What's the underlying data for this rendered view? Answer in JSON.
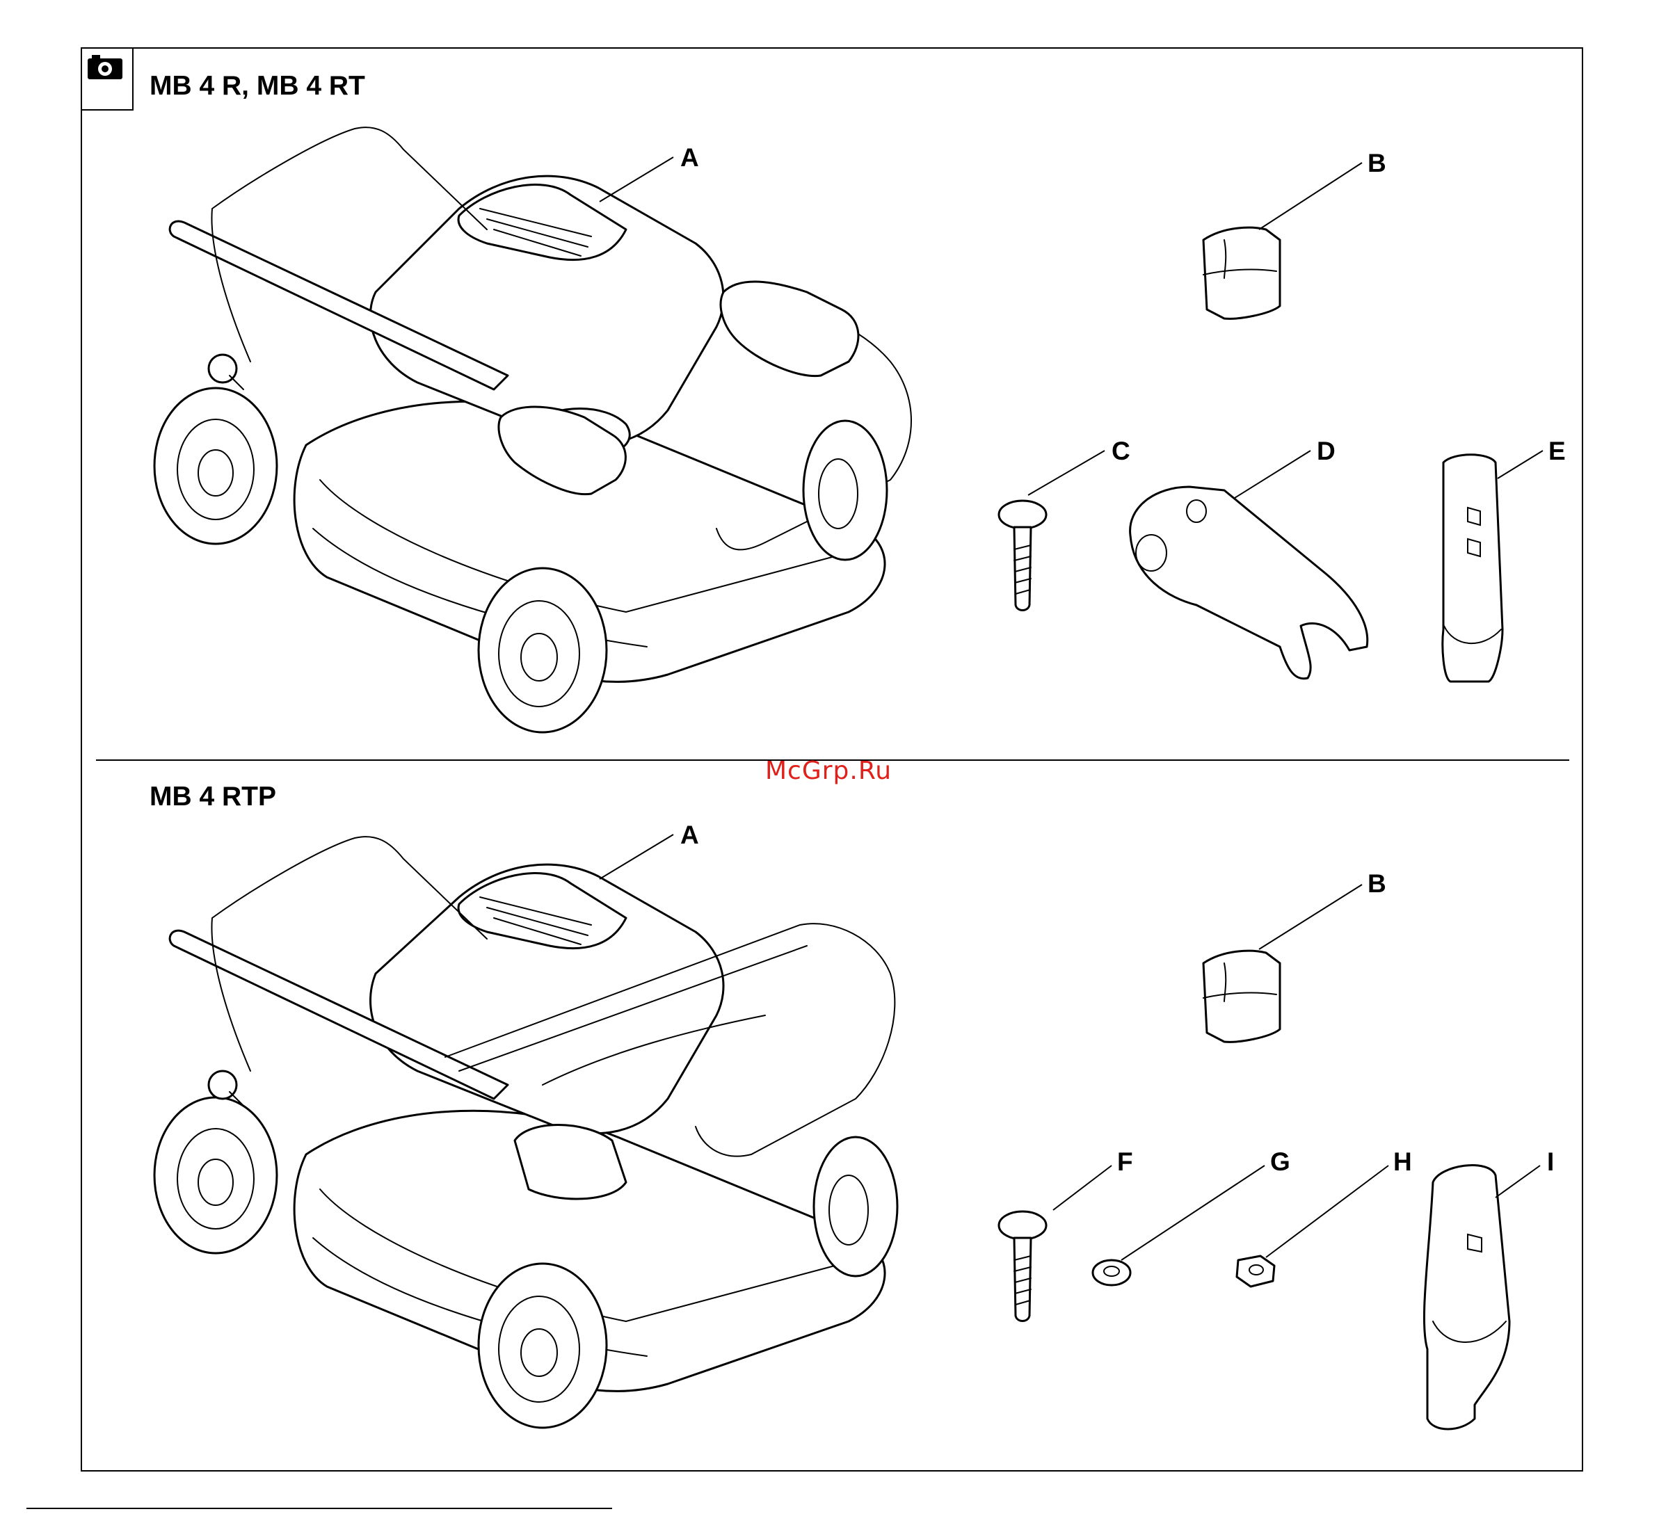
{
  "sections": [
    {
      "heading": "MB 4 R, MB 4 RT",
      "labels": [
        "A",
        "B",
        "C",
        "D",
        "E"
      ]
    },
    {
      "heading": "MB 4 RTP",
      "labels": [
        "A",
        "B",
        "F",
        "G",
        "H",
        "I"
      ]
    }
  ],
  "watermark": "McGrp.Ru",
  "icons": {
    "corner": "camera-icon"
  }
}
